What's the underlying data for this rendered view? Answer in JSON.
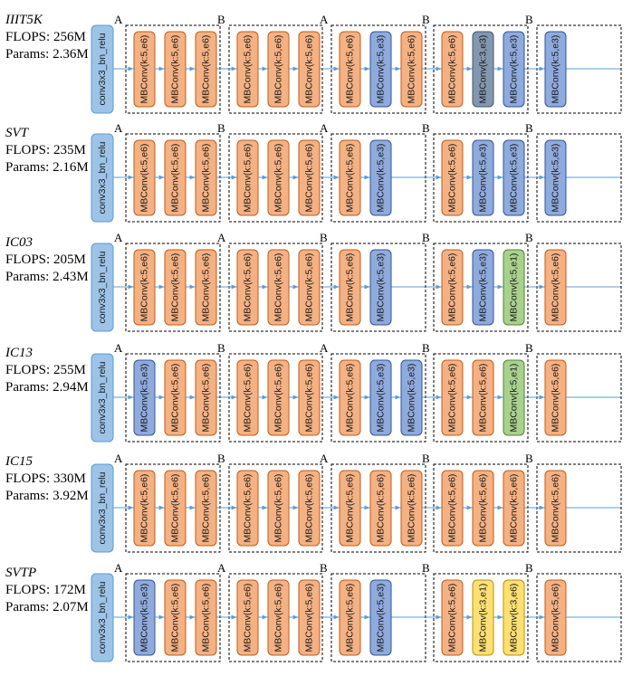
{
  "colors": {
    "e6": "#f4b183",
    "e6_stroke": "#c55a11",
    "e3": "#8faadc",
    "e3_stroke": "#2f5597",
    "e1": "#a9d18e",
    "e1_stroke": "#548235",
    "yellow": "#ffe073",
    "yellow_stroke": "#bf9000",
    "slate": "#8497b0",
    "slate_stroke": "#44546a",
    "stem": "#9dc3e6",
    "stem_stroke": "#5b9bd5",
    "arrow": "#5b9bd5"
  },
  "stem_label": "conv3x3_bn_relu",
  "networks": [
    {
      "name": "IIIT5K",
      "flops": "FLOPS: 256M",
      "params": "Params: 2.36M",
      "groups": [
        {
          "letter": "A",
          "blocks": [
            {
              "label": "MBConv(k:5,e6)",
              "color": "e6"
            },
            {
              "label": "MBConv(k:5,e6)",
              "color": "e6"
            },
            {
              "label": "MBConv(k:5,e6)",
              "color": "e6"
            }
          ]
        },
        {
          "letter": "B",
          "blocks": [
            {
              "label": "MBConv(k:5,e6)",
              "color": "e6"
            },
            {
              "label": "MBConv(k:5,e6)",
              "color": "e6"
            },
            {
              "label": "MBConv(k:5,e6)",
              "color": "e6"
            }
          ]
        },
        {
          "letter": "A",
          "blocks": [
            {
              "label": "MBConv(k:5,e6)",
              "color": "e6"
            },
            {
              "label": "MBConv(k:5,e3)",
              "color": "e3"
            },
            {
              "label": "MBConv(k:5,e6)",
              "color": "e6"
            }
          ]
        },
        {
          "letter": "B",
          "blocks": [
            {
              "label": "MBConv(k:5,e6)",
              "color": "e6"
            },
            {
              "label": "MBConv(k:3,e3)",
              "color": "slate"
            },
            {
              "label": "MBConv(k:5,e3)",
              "color": "e3"
            }
          ]
        },
        {
          "letter": "B",
          "blocks": [
            {
              "label": "MBConv(k:5,e3)",
              "color": "e3"
            }
          ]
        }
      ]
    },
    {
      "name": "SVT",
      "flops": "FLOPS: 235M",
      "params": "Params: 2.16M",
      "groups": [
        {
          "letter": "A",
          "blocks": [
            {
              "label": "MBConv(k:5,e6)",
              "color": "e6"
            },
            {
              "label": "MBConv(k:5,e6)",
              "color": "e6"
            },
            {
              "label": "MBConv(k:5,e6)",
              "color": "e6"
            }
          ]
        },
        {
          "letter": "B",
          "blocks": [
            {
              "label": "MBConv(k:5,e6)",
              "color": "e6"
            },
            {
              "label": "MBConv(k:5,e6)",
              "color": "e6"
            },
            {
              "label": "MBConv(k:5,e6)",
              "color": "e6"
            }
          ]
        },
        {
          "letter": "A",
          "blocks": [
            {
              "label": "MBConv(k:5,e6)",
              "color": "e6"
            },
            {
              "label": "MBConv(k:5,e3)",
              "color": "e3"
            }
          ]
        },
        {
          "letter": "B",
          "blocks": [
            {
              "label": "MBConv(k:5,e6)",
              "color": "e6"
            },
            {
              "label": "MBConv(k:5,e3)",
              "color": "e3"
            },
            {
              "label": "MBConv(k:5,e3)",
              "color": "e3"
            }
          ]
        },
        {
          "letter": "B",
          "blocks": [
            {
              "label": "MBConv(k:5,e3)",
              "color": "e3"
            }
          ]
        }
      ]
    },
    {
      "name": "IC03",
      "flops": "FLOPS: 205M",
      "params": "Params: 2.43M",
      "groups": [
        {
          "letter": "A",
          "blocks": [
            {
              "label": "MBConv(k:5,e6)",
              "color": "e6"
            },
            {
              "label": "MBConv(k:5,e6)",
              "color": "e6"
            },
            {
              "label": "MBConv(k:5,e6)",
              "color": "e6"
            }
          ]
        },
        {
          "letter": "A",
          "blocks": [
            {
              "label": "MBConv(k:5,e6)",
              "color": "e6"
            },
            {
              "label": "MBConv(k:5,e6)",
              "color": "e6"
            },
            {
              "label": "MBConv(k:5,e6)",
              "color": "e6"
            }
          ]
        },
        {
          "letter": "B",
          "blocks": [
            {
              "label": "MBConv(k:5,e6)",
              "color": "e6"
            },
            {
              "label": "MBConv(k:5,e3)",
              "color": "e3"
            }
          ]
        },
        {
          "letter": "B",
          "blocks": [
            {
              "label": "MBConv(k:5,e6)",
              "color": "e6"
            },
            {
              "label": "MBConv(k:5,e3)",
              "color": "e3"
            },
            {
              "label": "MBConv(k:5,e1)",
              "color": "e1"
            }
          ]
        },
        {
          "letter": "B",
          "blocks": [
            {
              "label": "MBConv(k:5,e6)",
              "color": "e6"
            }
          ]
        }
      ]
    },
    {
      "name": "IC13",
      "flops": "FLOPS: 255M",
      "params": "Params: 2.94M",
      "groups": [
        {
          "letter": "A",
          "blocks": [
            {
              "label": "MBConv(k:5,e3)",
              "color": "e3"
            },
            {
              "label": "MBConv(k:5,e6)",
              "color": "e6"
            },
            {
              "label": "MBConv(k:5,e6)",
              "color": "e6"
            }
          ]
        },
        {
          "letter": "B",
          "blocks": [
            {
              "label": "MBConv(k:5,e6)",
              "color": "e6"
            },
            {
              "label": "MBConv(k:5,e6)",
              "color": "e6"
            },
            {
              "label": "MBConv(k:5,e6)",
              "color": "e6"
            }
          ]
        },
        {
          "letter": "A",
          "blocks": [
            {
              "label": "MBConv(k:5,e6)",
              "color": "e6"
            },
            {
              "label": "MBConv(k:5,e3)",
              "color": "e3"
            },
            {
              "label": "MBConv(k:5,e3)",
              "color": "e3"
            }
          ]
        },
        {
          "letter": "B",
          "blocks": [
            {
              "label": "MBConv(k:5,e6)",
              "color": "e6"
            },
            {
              "label": "MBConv(k:5,e6)",
              "color": "e6"
            },
            {
              "label": "MBConv(k:5,e1)",
              "color": "e1"
            }
          ]
        },
        {
          "letter": "B",
          "blocks": [
            {
              "label": "MBConv(k:5,e6)",
              "color": "e6"
            }
          ]
        }
      ]
    },
    {
      "name": "IC15",
      "flops": "FLOPS: 330M",
      "params": "Params: 3.92M",
      "groups": [
        {
          "letter": "A",
          "blocks": [
            {
              "label": "MBConv(k:5,e6)",
              "color": "e6"
            },
            {
              "label": "MBConv(k:5,e6)",
              "color": "e6"
            },
            {
              "label": "MBConv(k:5,e6)",
              "color": "e6"
            }
          ]
        },
        {
          "letter": "B",
          "blocks": [
            {
              "label": "MBConv(k:5,e6)",
              "color": "e6"
            },
            {
              "label": "MBConv(k:5,e6)",
              "color": "e6"
            },
            {
              "label": "MBConv(k:5,e6)",
              "color": "e6"
            }
          ]
        },
        {
          "letter": "A",
          "blocks": [
            {
              "label": "MBConv(k:5,e6)",
              "color": "e6"
            },
            {
              "label": "MBConv(k:5,e6)",
              "color": "e6"
            },
            {
              "label": "MBConv(k:5,e6)",
              "color": "e6"
            }
          ]
        },
        {
          "letter": "B",
          "blocks": [
            {
              "label": "MBConv(k:5,e6)",
              "color": "e6"
            },
            {
              "label": "MBConv(k:5,e6)",
              "color": "e6"
            },
            {
              "label": "MBConv(k:5,e6)",
              "color": "e6"
            }
          ]
        },
        {
          "letter": "B",
          "blocks": [
            {
              "label": "MBConv(k:5,e6)",
              "color": "e6"
            }
          ]
        }
      ]
    },
    {
      "name": "SVTP",
      "flops": "FLOPS: 172M",
      "params": "Params: 2.07M",
      "groups": [
        {
          "letter": "A",
          "blocks": [
            {
              "label": "MBConv(k:5,e3)",
              "color": "e3"
            },
            {
              "label": "MBConv(k:5,e6)",
              "color": "e6"
            },
            {
              "label": "MBConv(k:5,e6)",
              "color": "e6"
            }
          ]
        },
        {
          "letter": "A",
          "blocks": [
            {
              "label": "MBConv(k:5,e6)",
              "color": "e6"
            },
            {
              "label": "MBConv(k:5,e6)",
              "color": "e6"
            },
            {
              "label": "MBConv(k:5,e6)",
              "color": "e6"
            }
          ]
        },
        {
          "letter": "B",
          "blocks": [
            {
              "label": "MBConv(k:5,e6)",
              "color": "e6"
            },
            {
              "label": "MBConv(k:5,e3)",
              "color": "e3"
            }
          ]
        },
        {
          "letter": "B",
          "blocks": [
            {
              "label": "MBConv(k:5,e6)",
              "color": "e6"
            },
            {
              "label": "MBConv(k:3,e1)",
              "color": "yellow"
            },
            {
              "label": "MBConv(k:3,e6)",
              "color": "yellow"
            }
          ]
        },
        {
          "letter": "B",
          "blocks": [
            {
              "label": "MBConv(k:5,e6)",
              "color": "e6"
            }
          ]
        }
      ]
    }
  ]
}
